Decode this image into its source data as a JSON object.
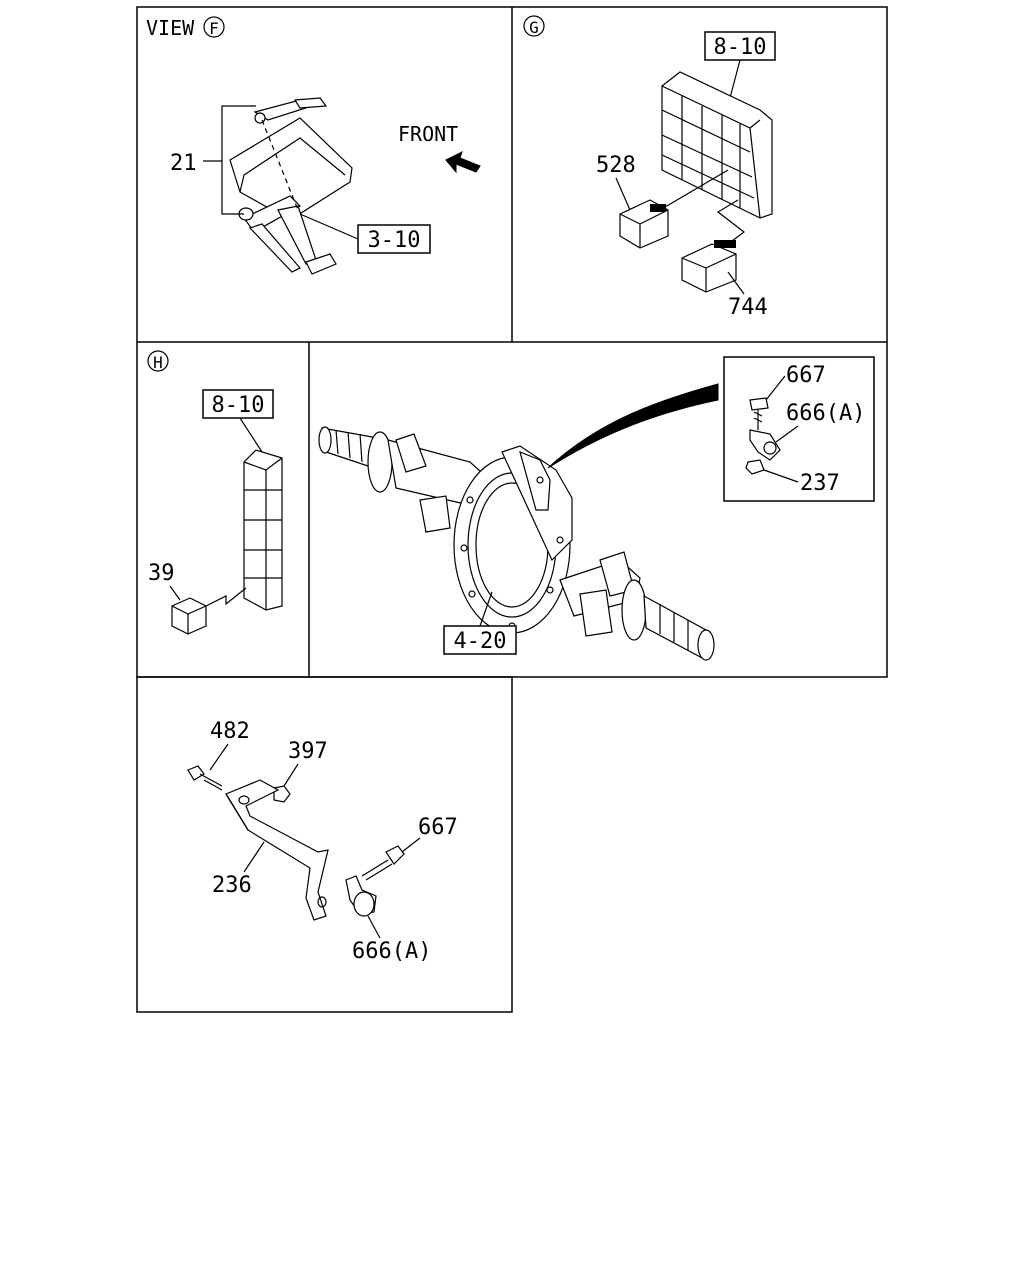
{
  "panels": {
    "view_f": {
      "view_word": "VIEW",
      "view_mark": "F",
      "front_text": "FRONT",
      "callouts": {
        "part_21": "21",
        "ref_3_10": "3-10"
      }
    },
    "view_g": {
      "mark": "G",
      "callouts": {
        "ref_8_10": "8-10",
        "part_528": "528",
        "part_744": "744"
      }
    },
    "view_h": {
      "mark": "H",
      "callouts": {
        "ref_8_10": "8-10",
        "part_39": "39"
      }
    },
    "axle": {
      "callouts": {
        "ref_4_20": "4-20",
        "part_667": "667",
        "part_666a": "666(A)",
        "part_237": "237"
      }
    },
    "bracket": {
      "callouts": {
        "part_482": "482",
        "part_397": "397",
        "part_667": "667",
        "part_236": "236",
        "part_666a": "666(A)"
      }
    }
  }
}
